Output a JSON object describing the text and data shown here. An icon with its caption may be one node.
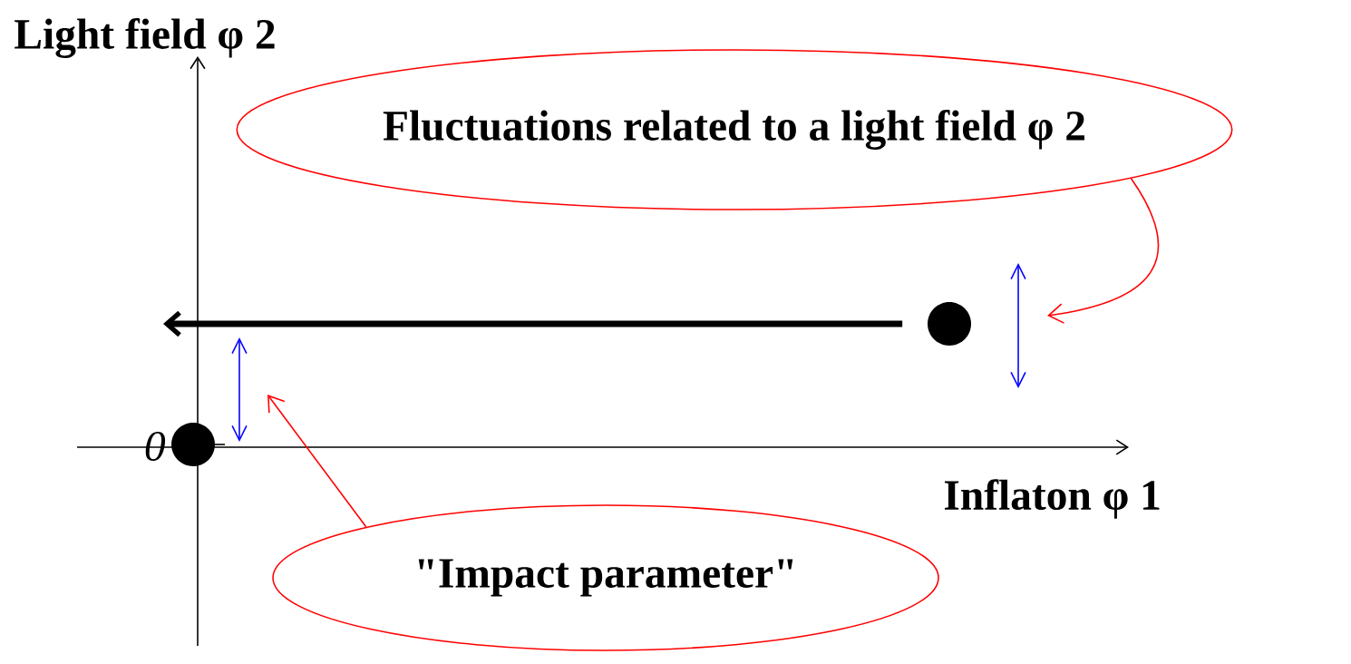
{
  "diagram": {
    "nodes": [
      {
        "text": [
          "Fluctuations related to a light field φ 2"
        ]
      },
      {
        "text": [],
        "shape": "circle"
      },
      {
        "text": [],
        "shape": "circle"
      },
      {
        "text": [
          "\"Impact parameter\""
        ]
      }
    ],
    "edges": [
      {
        "from": 1,
        "to": null,
        "arrow": "to",
        "style": "thick",
        "color": "#000000"
      },
      {
        "from": 0,
        "to": null,
        "arrow": "to",
        "color": "#ff0000"
      },
      {
        "from": 3,
        "to": null,
        "arrow": "to",
        "color": "#ff0000"
      }
    ],
    "labels": [
      "Light field φ 2",
      "0",
      "Inflaton φ 1"
    ]
  }
}
